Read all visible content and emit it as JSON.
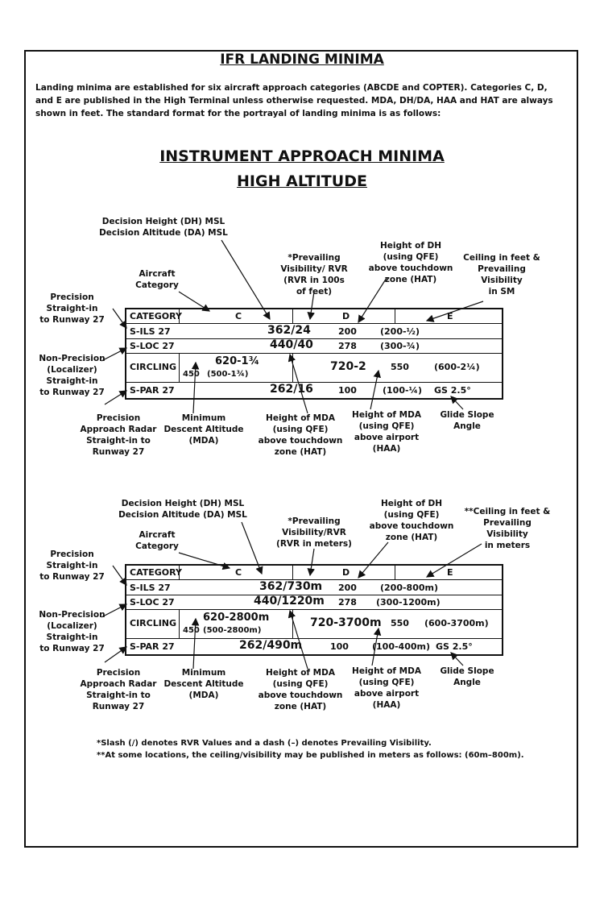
{
  "title": "IFR LANDING MINIMA",
  "intro": "Landing minima are established for six aircraft approach categories (ABCDE and COPTER). Categories C, D, and E are published in the High Terminal unless otherwise requested. MDA, DH/DA, HAA and HAT are always shown in feet. The standard format for the portrayal of landing minima is as follows:",
  "subtitle1": "INSTRUMENT APPROACH MINIMA",
  "subtitle2": "HIGH ALTITUDE",
  "chart1": {
    "labels": {
      "dh": [
        "Decision Height (DH) MSL",
        "Decision Altitude (DA) MSL"
      ],
      "vis": [
        "*Prevailing",
        "Visibility/ RVR",
        "(RVR in 100s",
        "of feet)"
      ],
      "hat_dh": [
        "Height of DH",
        "(using QFE)",
        "above touchdown",
        "zone (HAT)"
      ],
      "ceiling": [
        "Ceiling in feet &",
        "Prevailing",
        "Visibility",
        "in SM"
      ],
      "aircraft": [
        "Aircraft",
        "Category"
      ],
      "precision": [
        "Precision",
        "Straight-in",
        "to Runway 27"
      ],
      "nonprecision": [
        "Non-Precision",
        "(Localizer)",
        "Straight-in",
        "to Runway 27"
      ],
      "par": [
        "Precision",
        "Approach Radar",
        "Straight-in to",
        "Runway 27"
      ],
      "mda": [
        "Minimum",
        "Descent Altitude",
        "(MDA)"
      ],
      "hat_mda": [
        "Height of MDA",
        "(using QFE)",
        "above touchdown",
        "zone (HAT)"
      ],
      "haa": [
        "Height of MDA",
        "(using QFE)",
        "above airport",
        "(HAA)"
      ],
      "gs": [
        "Glide Slope",
        "Angle"
      ]
    },
    "table": {
      "category": "CATEGORY",
      "c": "C",
      "d": "D",
      "e": "E",
      "ils_label": "S-ILS 27",
      "ils_min": "362/24",
      "ils_hat": "200",
      "ils_vis": "(200-½)",
      "loc_label": "S-LOC 27",
      "loc_min": "440/40",
      "loc_hat": "278",
      "loc_vis": "(300-¾)",
      "circ_label": "CIRCLING",
      "circ_c_min": "620-1¾",
      "circ_c_haa": "450",
      "circ_c_vis": "(500-1¾)",
      "circ_de_min": "720-2",
      "circ_de_haa": "550",
      "circ_de_vis": "(600-2¼)",
      "par_label": "S-PAR 27",
      "par_min": "262/16",
      "par_hat": "100",
      "par_vis": "(100-¼)",
      "par_gs": "GS 2.5°"
    }
  },
  "chart2": {
    "labels": {
      "dh": [
        "Decision Height (DH) MSL",
        "Decision Altitude (DA) MSL"
      ],
      "vis": [
        "*Prevailing",
        "Visibility/RVR",
        "(RVR in meters)"
      ],
      "hat_dh": [
        "Height of DH",
        "(using QFE)",
        "above touchdown",
        "zone (HAT)"
      ],
      "ceiling": [
        "**Ceiling in feet &",
        "Prevailing",
        "Visibility",
        "in meters"
      ],
      "aircraft": [
        "Aircraft",
        "Category"
      ],
      "precision": [
        "Precision",
        "Straight-in",
        "to Runway 27"
      ],
      "nonprecision": [
        "Non-Precision",
        "(Localizer)",
        "Straight-in",
        "to Runway 27"
      ],
      "par": [
        "Precision",
        "Approach Radar",
        "Straight-in to",
        "Runway 27"
      ],
      "mda": [
        "Minimum",
        "Descent Altitude",
        "(MDA)"
      ],
      "hat_mda": [
        "Height of MDA",
        "(using QFE)",
        "above touchdown",
        "zone (HAT)"
      ],
      "haa": [
        "Height of MDA",
        "(using QFE)",
        "above airport",
        "(HAA)"
      ],
      "gs": [
        "Glide Slope",
        "Angle"
      ]
    },
    "table": {
      "category": "CATEGORY",
      "c": "C",
      "d": "D",
      "e": "E",
      "ils_label": "S-ILS 27",
      "ils_min": "362/730m",
      "ils_hat": "200",
      "ils_vis": "(200-800m)",
      "loc_label": "S-LOC 27",
      "loc_min": "440/1220m",
      "loc_hat": "278",
      "loc_vis": "(300-1200m)",
      "circ_label": "CIRCLING",
      "circ_c_min": "620-2800m",
      "circ_c_haa": "450",
      "circ_c_vis": "(500-2800m)",
      "circ_de_min": "720-3700m",
      "circ_de_haa": "550",
      "circ_de_vis": "(600-3700m)",
      "par_label": "S-PAR 27",
      "par_min": "262/490m",
      "par_hat": "100",
      "par_vis": "(100-400m)",
      "par_gs": "GS 2.5°"
    }
  },
  "footnote1": "*Slash (/) denotes RVR Values and a dash (–) denotes Prevailing Visibility.",
  "footnote2": "**At some locations, the ceiling/visibility may be published in meters as follows: (60m–800m)."
}
